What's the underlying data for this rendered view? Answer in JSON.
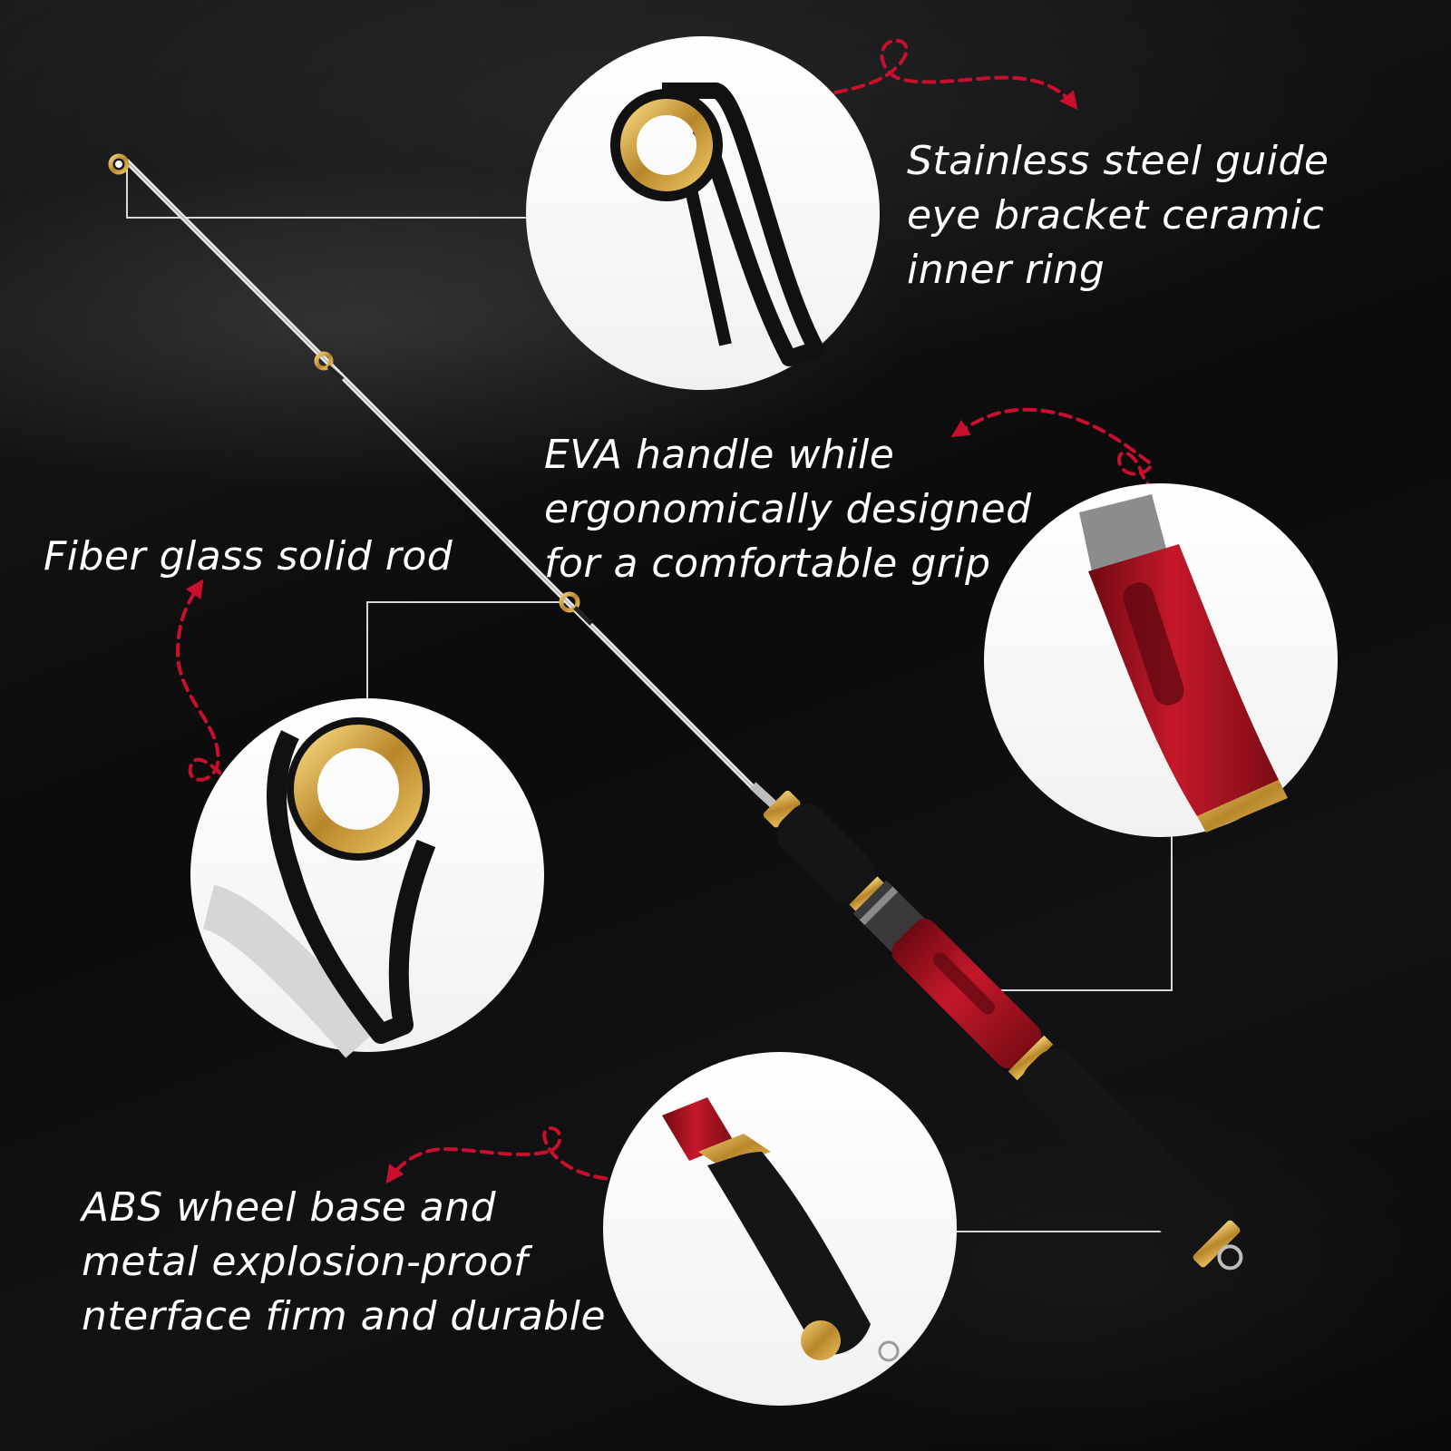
{
  "captions": {
    "guide": {
      "lines": [
        "Stainless steel guide",
        "eye bracket ceramic",
        "inner ring"
      ]
    },
    "eva": {
      "lines": [
        "EVA handle while",
        "ergonomically designed",
        "for a comfortable grip"
      ]
    },
    "fiber": {
      "lines": [
        "Fiber glass solid rod"
      ]
    },
    "abs": {
      "lines": [
        "ABS wheel base and",
        "metal explosion-proof",
        "nterface firm and durable"
      ]
    }
  },
  "colors": {
    "background": "#0d0d0e",
    "text": "#ffffff",
    "arrow": "#c8102e",
    "rod_red": "#a5121f",
    "gold": "#c99a2e",
    "foam": "#151515"
  }
}
